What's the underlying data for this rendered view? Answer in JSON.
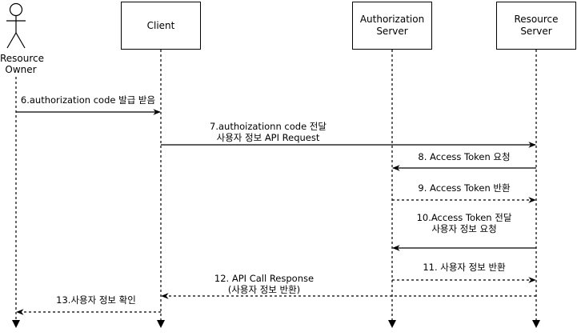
{
  "participants": {
    "owner": [
      "Resource",
      "Owner"
    ],
    "client": "Client",
    "auth": [
      "Authorization",
      "Server"
    ],
    "resource": [
      "Resource",
      "Server"
    ]
  },
  "messages": [
    {
      "id": "m6",
      "lines": [
        "6.authorization code 발급 받음"
      ],
      "from": "owner",
      "to": "client",
      "style": "solid"
    },
    {
      "id": "m7",
      "lines": [
        "7.authoizationn code 전달",
        "사용자 정보 API Request"
      ],
      "from": "client",
      "to": "resource",
      "style": "solid"
    },
    {
      "id": "m8",
      "lines": [
        "8. Access Token 요청"
      ],
      "from": "resource",
      "to": "auth",
      "style": "solid"
    },
    {
      "id": "m9",
      "lines": [
        "9. Access Token 반환"
      ],
      "from": "auth",
      "to": "resource",
      "style": "dashed"
    },
    {
      "id": "m10",
      "lines": [
        "10.Access Token 전달",
        "사용자 정보 요청"
      ],
      "from": "resource",
      "to": "auth",
      "style": "solid"
    },
    {
      "id": "m11",
      "lines": [
        "11. 사용자 정보 반환"
      ],
      "from": "auth",
      "to": "resource",
      "style": "dashed"
    },
    {
      "id": "m12",
      "lines": [
        "12. API Call Response",
        "(사용자 정보 반환)"
      ],
      "from": "resource",
      "to": "client",
      "style": "dashed"
    },
    {
      "id": "m13",
      "lines": [
        "13.사용자 정보 확인"
      ],
      "from": "client",
      "to": "owner",
      "style": "dashed"
    }
  ]
}
